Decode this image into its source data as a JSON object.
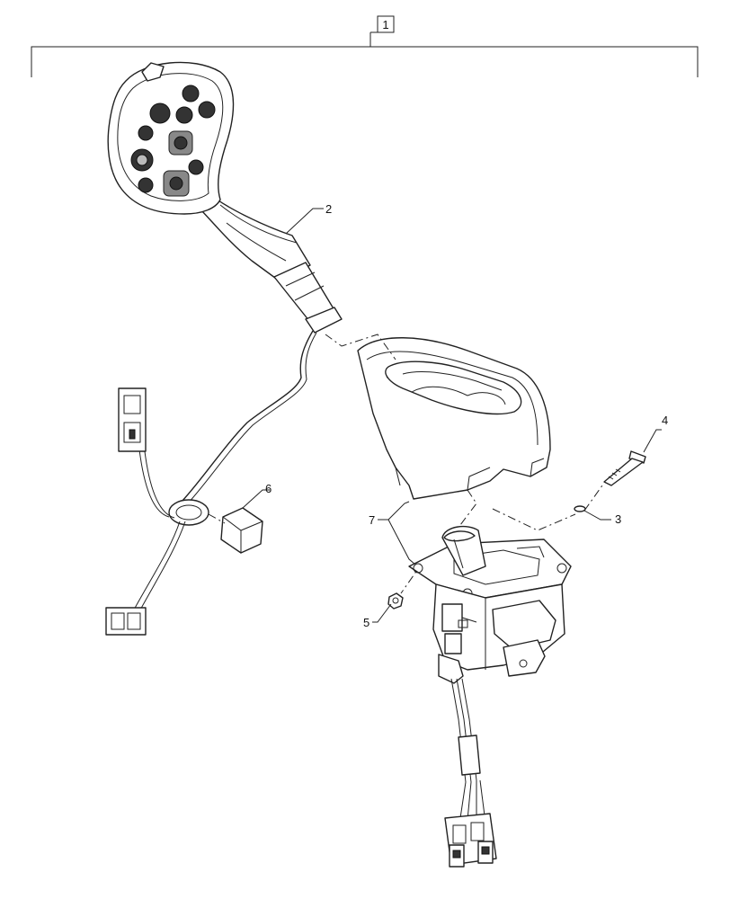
{
  "callouts": {
    "assembly": "1",
    "handle": "2",
    "washer": "3",
    "bolt": "4",
    "nut": "5",
    "cable_tie": "6",
    "housing": "7"
  }
}
